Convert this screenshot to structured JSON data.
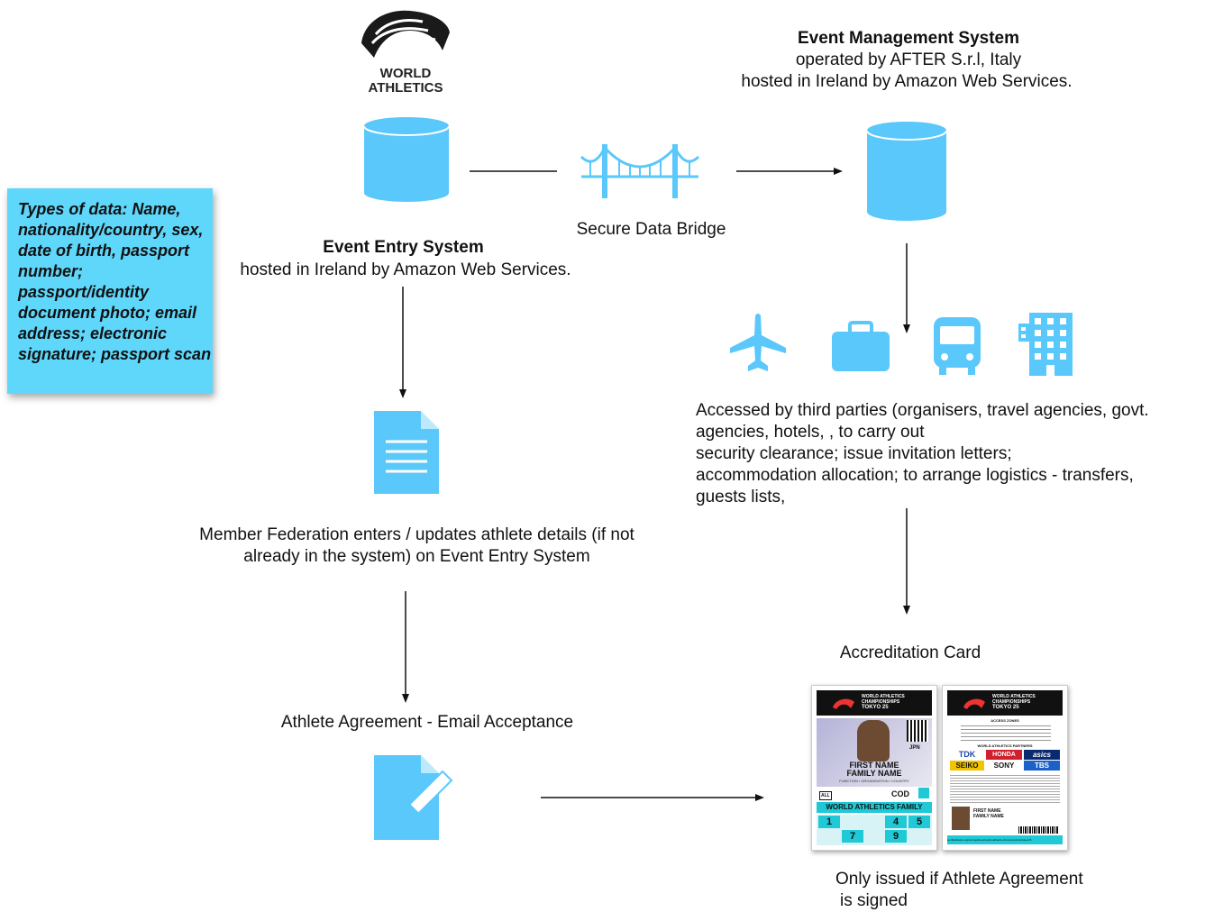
{
  "logo": {
    "line1": "WORLD",
    "line2": "ATHLETICS"
  },
  "data_note": {
    "text": "Types of data: Name, nationality/country, sex, date of birth, passport number; passport/identity document photo; email address; electronic signature; passport scan"
  },
  "event_entry": {
    "title": "Event Entry System",
    "hosting": "hosted in Ireland by Amazon Web Services."
  },
  "bridge": {
    "label": "Secure Data Bridge"
  },
  "event_management": {
    "title": "Event Management System",
    "operator": "operated by AFTER S.r.l, Italy",
    "hosting": "hosted in Ireland by Amazon Web Services."
  },
  "third_parties": {
    "line1": "Accessed by third parties (organisers, travel agencies, govt.",
    "line2": "agencies, hotels, , to carry out",
    "line3": "security clearance; issue invitation letters;",
    "line4": "accommodation allocation; to arrange logistics - transfers,",
    "line5": "guests lists,"
  },
  "federation": {
    "line1": "Member Federation enters / updates athlete details (if not",
    "line2": "already in the system) on Event Entry System"
  },
  "agreement": {
    "label": "Athlete Agreement - Email Acceptance"
  },
  "accreditation": {
    "label": "Accreditation Card",
    "note_line1": "Only issued if Athlete Agreement",
    "note_line2": "is signed"
  },
  "card_front": {
    "header": "WORLD ATHLETICS CHAMPIONSHIPS",
    "header2": "TOKYO 25",
    "first_name": "FIRST NAME",
    "family_name": "FAMILY NAME",
    "function": "FUNCTION / ORGANISATION / COUNTRY",
    "country_code": "JPN",
    "access_all": "ALL",
    "cod": "COD",
    "category": "WORLD ATHLETICS FAMILY",
    "zones": [
      "1",
      "4",
      "5",
      "7",
      "9"
    ]
  },
  "card_back": {
    "header": "WORLD ATHLETICS CHAMPIONSHIPS",
    "header2": "TOKYO 25",
    "access_zones": "ACCESS ZONES",
    "partners": "WORLD ATHLETICS PARTNERS",
    "sponsors": [
      "TDK",
      "HONDA",
      "asics",
      "SEIKO",
      "SONY",
      "TBS"
    ],
    "first_name": "FIRST NAME",
    "family_name": "FAMILY NAME",
    "footer": "worldathletics.org/competitions/world-athletics-championships/tokyo25"
  },
  "colors": {
    "accent": "#5ac8fa",
    "note_bg": "#5ed7fb",
    "arrow": "#111111"
  },
  "icons": [
    "world-athletics-logo",
    "database-icon",
    "bridge-icon",
    "document-icon",
    "edit-document-icon",
    "airplane-icon",
    "briefcase-icon",
    "bus-icon",
    "building-icon"
  ]
}
